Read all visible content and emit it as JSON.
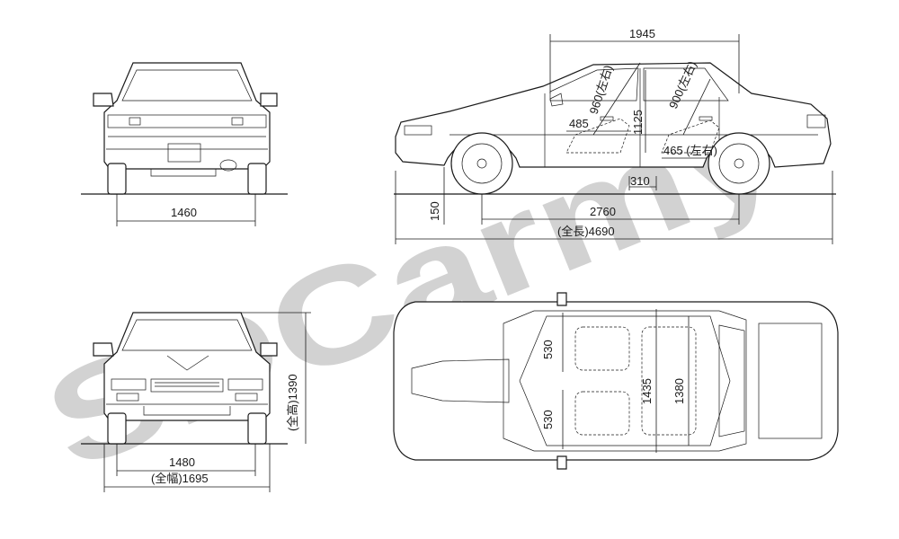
{
  "watermark": {
    "text": "SDCarmy",
    "color": "#d6d6d6"
  },
  "dimensions": {
    "rear_track": "1460",
    "front_track": "1480",
    "overall_width": "(全幅)1695",
    "overall_height": "(全高)1390",
    "ground_clearance": "150",
    "wheelbase": "2760",
    "overall_length": "(全長)4690",
    "cabin_length": "1945",
    "front_seat_depth": "485",
    "front_seat_height": "960(左右)",
    "interior_height": "1125",
    "rear_seat_height": "900(左右)",
    "rear_seat_depth": "465\n(左右)",
    "rear_knee_gap": "310",
    "front_seat_width_left": "530",
    "front_seat_width_right": "530",
    "interior_width": "1435",
    "rear_interior_width": "1380"
  }
}
